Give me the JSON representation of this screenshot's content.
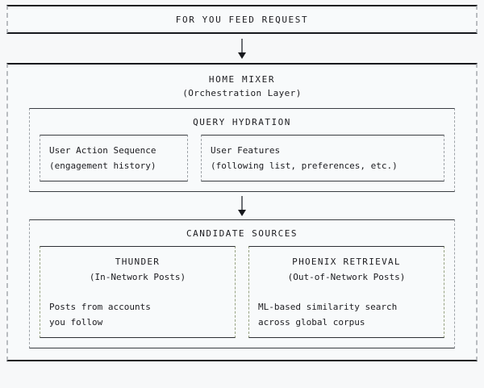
{
  "diagram": {
    "type": "flowchart",
    "request": {
      "label": "FOR YOU FEED REQUEST"
    },
    "mixer": {
      "title": "HOME MIXER",
      "subtitle": "(Orchestration Layer)"
    },
    "query_hydration": {
      "title": "QUERY HYDRATION",
      "cards": [
        {
          "title": "User Action Sequence",
          "subtitle": "(engagement history)"
        },
        {
          "title": "User Features",
          "subtitle": "(following list, preferences, etc.)"
        }
      ]
    },
    "candidate_sources": {
      "title": "CANDIDATE SOURCES",
      "cards": [
        {
          "title": "THUNDER",
          "subtitle": "(In-Network Posts)",
          "desc_line1": "Posts from accounts",
          "desc_line2": "you follow"
        },
        {
          "title": "PHOENIX RETRIEVAL",
          "subtitle": "(Out-of-Network Posts)",
          "desc_line1": "ML-based similarity search",
          "desc_line2": "across global corpus"
        }
      ]
    },
    "colors": {
      "background": "#f7f8f9",
      "box_fill": "#f8fafb",
      "border_dark": "#16181d",
      "border_dashed_gray": "#b9bcc0",
      "border_dashed_green": "#97a383",
      "text": "#1c1c20"
    }
  }
}
